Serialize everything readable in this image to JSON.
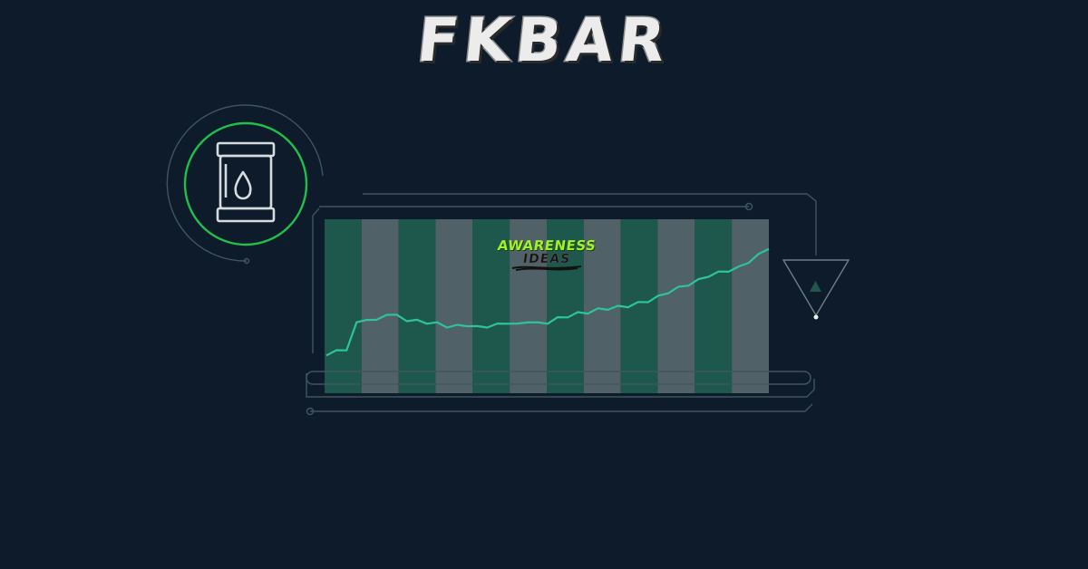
{
  "header": {
    "title": "FKBAR"
  },
  "watermark": {
    "line1": "AWARENESS",
    "line2": "IDEAS"
  },
  "icons": {
    "barrel": "oil-barrel-icon",
    "triangle": "triangle-marker-icon"
  },
  "colors": {
    "background": "#0d1b2a",
    "accent_green": "#1fbf4a",
    "chart_line": "#2ec49a",
    "band_teal": "#1f5a4e",
    "band_grey": "#5b6a72",
    "watermark_green": "#9ef22b"
  },
  "chart_line_data": [
    0.08,
    0.1,
    0.12,
    0.32,
    0.36,
    0.34,
    0.4,
    0.38,
    0.35,
    0.34,
    0.33,
    0.32,
    0.3,
    0.3,
    0.31,
    0.29,
    0.3,
    0.31,
    0.33,
    0.31,
    0.34,
    0.32,
    0.33,
    0.36,
    0.38,
    0.4,
    0.41,
    0.43,
    0.44,
    0.45,
    0.46,
    0.48,
    0.5,
    0.53,
    0.57,
    0.6,
    0.63,
    0.66,
    0.7,
    0.72,
    0.74,
    0.76,
    0.81,
    0.86,
    0.92
  ],
  "band_pattern": [
    "teal",
    "grey",
    "teal",
    "grey",
    "teal",
    "grey",
    "teal",
    "grey",
    "teal",
    "grey",
    "teal",
    "grey"
  ]
}
